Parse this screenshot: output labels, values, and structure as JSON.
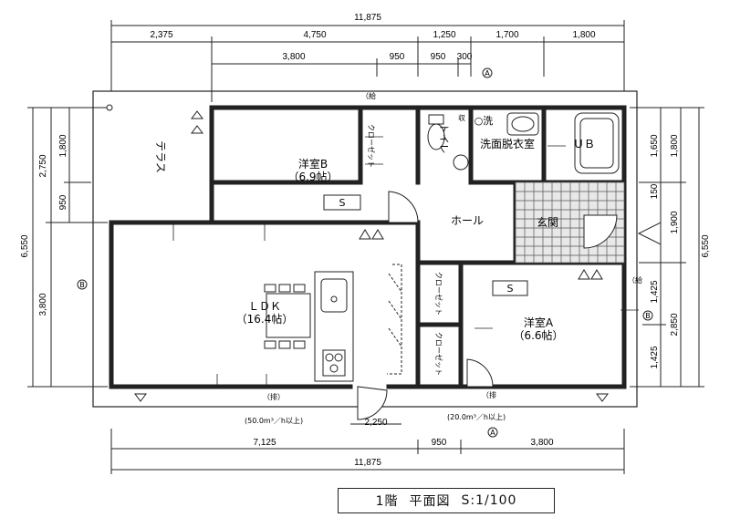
{
  "title": {
    "floor": "1階",
    "name": "平面図",
    "scale": "S:1/100"
  },
  "dimensions": {
    "top_total": "11,875",
    "top_row1": [
      "2,375",
      "4,750",
      "1,250",
      "1,700",
      "1,800"
    ],
    "top_row2": [
      "3,800",
      "950",
      "950",
      "300"
    ],
    "bottom_row1": [
      "2,250"
    ],
    "bottom_row2": [
      "7,125",
      "950",
      "3,800"
    ],
    "bottom_total": "11,875",
    "left_total": "6,550",
    "left_row": [
      "2,750",
      "3,800"
    ],
    "left_inner": [
      "1,800",
      "950"
    ],
    "right_total": "6,550",
    "right_row": [
      "1,800",
      "1,900",
      "2,850"
    ],
    "right_inner": [
      "1,650",
      "150",
      "1,425",
      "1,425"
    ]
  },
  "rooms": {
    "terrace": "テラス",
    "western_b": "洋室B",
    "western_b_size": "（6.9帖）",
    "ldk": "ＬＤＫ",
    "ldk_size": "（16.4帖）",
    "hall": "ホール",
    "entrance": "玄関",
    "washroom": "洗面脱衣室",
    "ub": "ＵＢ",
    "western_a": "洋室A",
    "western_a_size": "（6.6帖）",
    "toilet": "トイレ",
    "wash": "○洗",
    "closet_b": "クローゼット",
    "closet_a1": "クローゼット",
    "closet_a2": "クローゼット",
    "storage": "収"
  },
  "labels": {
    "supply": "（給",
    "exhaust_ldk": "（排）",
    "exhaust_a": "（排",
    "supply_a": "（給",
    "s_box": "S",
    "vent_ldk": "(50.0m³／h以上)",
    "vent_a": "(20.0m³／h以上)",
    "marker_a": "A",
    "marker_b": "B"
  }
}
